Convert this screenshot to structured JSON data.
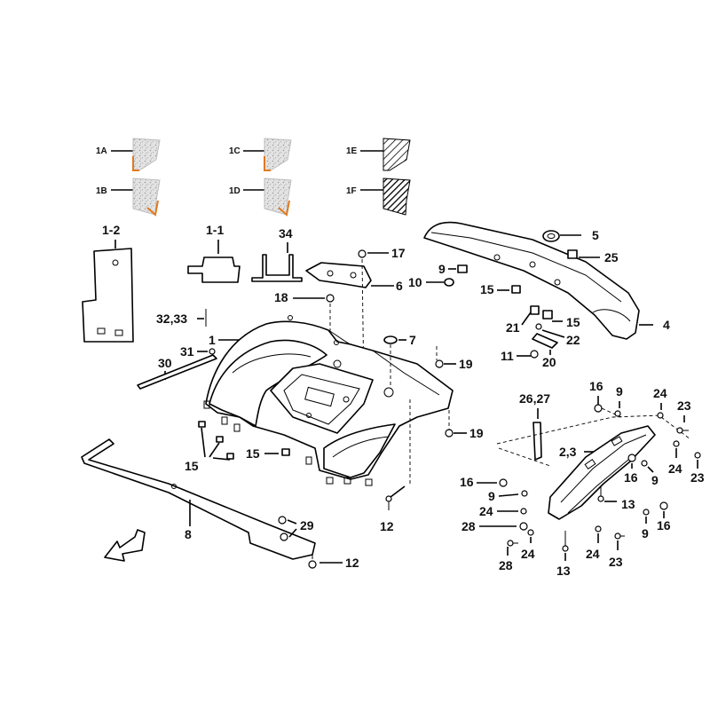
{
  "swatches": [
    {
      "label": "1A",
      "style": "speckle-orange"
    },
    {
      "label": "1B",
      "style": "speckle-orange"
    },
    {
      "label": "1C",
      "style": "speckle-orange"
    },
    {
      "label": "1D",
      "style": "speckle-orange"
    },
    {
      "label": "1E",
      "style": "hatched"
    },
    {
      "label": "1F",
      "style": "hatched-dark"
    }
  ],
  "callouts": {
    "c1_2": "1-2",
    "c1_1": "1-1",
    "c34": "34",
    "c17": "17",
    "c6": "6",
    "c18": "18",
    "c32_33": "32,33",
    "c1": "1",
    "c31": "31",
    "c30": "30",
    "c7": "7",
    "c19a": "19",
    "c19b": "19",
    "c15a": "15",
    "c15b": "15",
    "c12a": "12",
    "c12b": "12",
    "c8": "8",
    "c29": "29",
    "c5": "5",
    "c25": "25",
    "c9a": "9",
    "c10": "10",
    "c15c": "15",
    "c4": "4",
    "c21": "21",
    "c15d": "15",
    "c22": "22",
    "c11": "11",
    "c20": "20",
    "c26_27": "26,27",
    "c16a": "16",
    "c9b": "9",
    "c24a": "24",
    "c23a": "23",
    "c2_3": "2,3",
    "c16b": "16",
    "c9c": "9",
    "c24b": "24",
    "c23b": "23",
    "c16c": "16",
    "c9d": "9",
    "c24c": "24",
    "c28a": "28",
    "c13a": "13",
    "c9e": "9",
    "c16d": "16",
    "c28b": "28",
    "c24d": "24",
    "c24e": "24",
    "c23c": "23",
    "c13b": "13"
  },
  "colors": {
    "line": "#000000",
    "swatch_edge": "#e07a1f",
    "swatch_fill": "#d9d9d9"
  }
}
